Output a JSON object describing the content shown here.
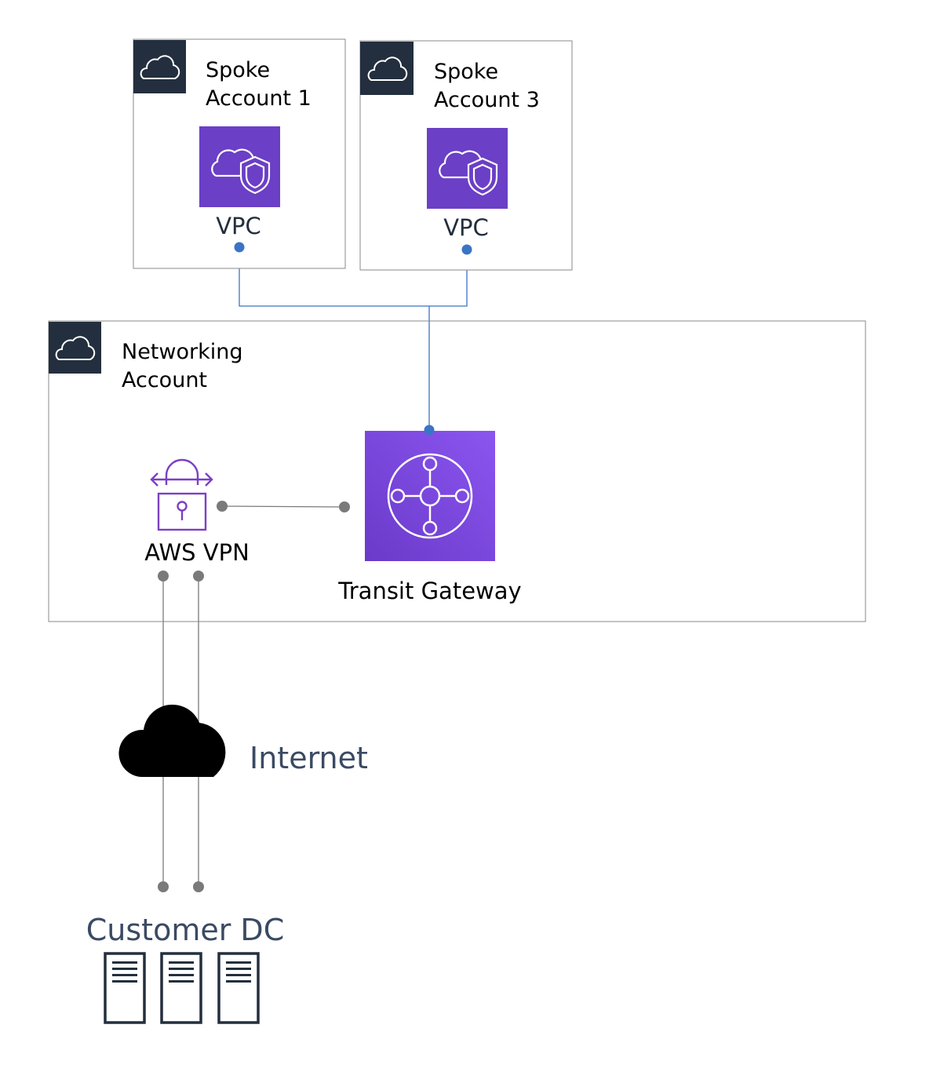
{
  "accounts": {
    "spoke1": {
      "title_line1": "Spoke",
      "title_line2": "Account 1",
      "vpc_label": "VPC"
    },
    "spoke3": {
      "title_line1": "Spoke",
      "title_line2": "Account 3",
      "vpc_label": "VPC"
    },
    "networking": {
      "title_line1": "Networking",
      "title_line2": "Account"
    }
  },
  "services": {
    "vpn_label": "AWS VPN",
    "tgw_label": "Transit Gateway"
  },
  "external": {
    "internet_label": "Internet",
    "customer_dc_label": "Customer DC"
  },
  "icons": {
    "account": "aws-cloud-icon",
    "vpc": "vpc-cloud-shield-icon",
    "vpn": "vpn-lock-icon",
    "tgw": "transit-gateway-hub-icon",
    "internet": "internet-cloud-icon",
    "server": "server-rack-icon"
  },
  "colors": {
    "account_header": "#232f3e",
    "vpc_purple": "#6b3fc6",
    "tgw_purple": "#7744d6",
    "vpn_purple": "#7d3fc4",
    "blue_connector": "#3b74c5",
    "gray_connector": "#7a7a7a",
    "label_slate": "#3b4a63"
  }
}
